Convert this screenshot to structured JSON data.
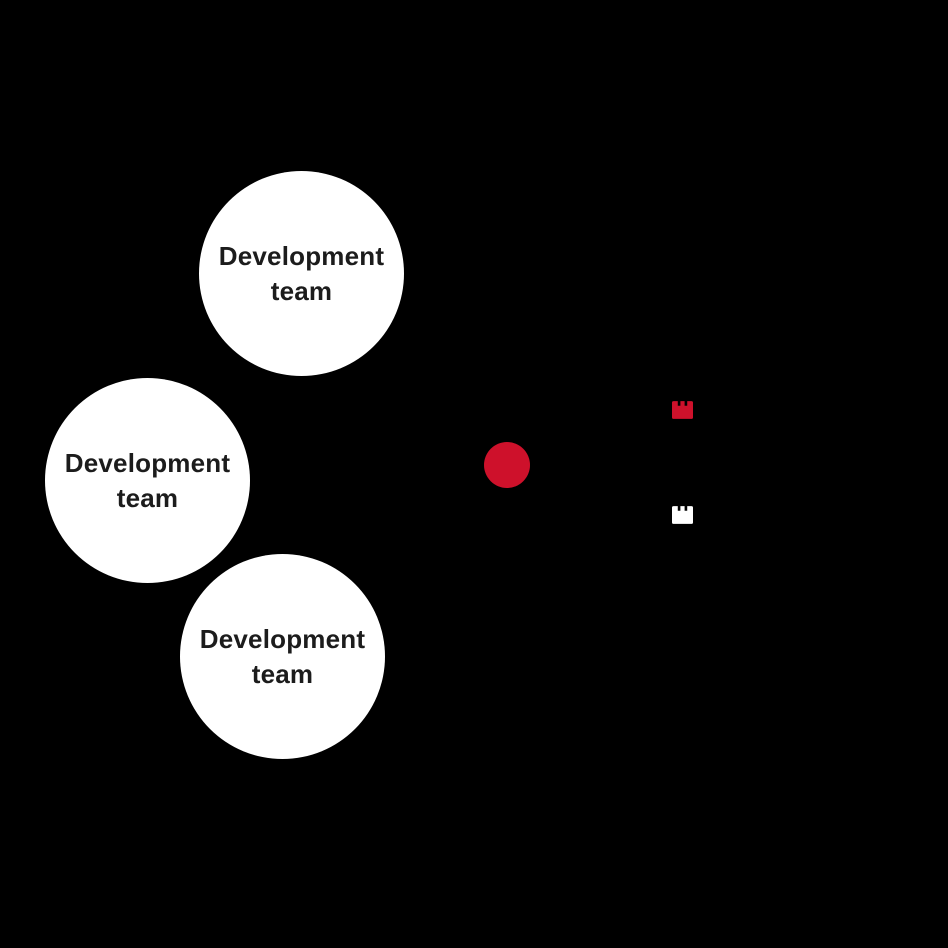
{
  "palette": {
    "background": "#000000",
    "accent_red": "#ce112b",
    "circle_fill": "#ffffff",
    "label_text": "#1c1c1c"
  },
  "diagram": {
    "teams": [
      {
        "line1": "Development",
        "line2": "team"
      },
      {
        "line1": "Development",
        "line2": "team"
      },
      {
        "line1": "Development",
        "line2": "team"
      }
    ],
    "red_dot": {
      "name": "red-dot",
      "shape": "circle",
      "color": "#ce112b"
    },
    "icons": [
      {
        "name": "brick-icon-red",
        "shape": "notched-brick",
        "color": "#ce112b"
      },
      {
        "name": "brick-icon-white",
        "shape": "notched-brick",
        "color": "#ffffff"
      }
    ]
  }
}
